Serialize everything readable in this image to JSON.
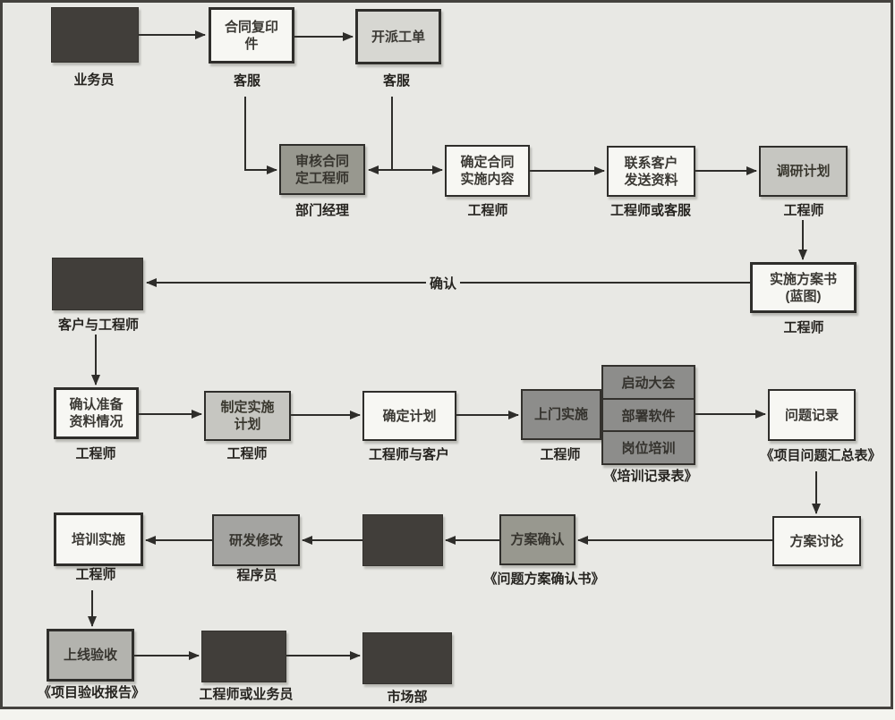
{
  "colors": {
    "background": "#e8e8e4",
    "frame_border": "#44423e",
    "dark_box": "#413e3a",
    "gray_box": "#98988f",
    "light_gray_box": "#c6c6c1",
    "mid_gray_box": "#8d8d8b",
    "white_box": "#f7f7f3",
    "line": "#2e2d2a"
  },
  "nodes": {
    "salesperson": {
      "text": "",
      "role": "业务员"
    },
    "contract_copy": {
      "text": "合同复印\n件",
      "role": "客服"
    },
    "dispatch_order": {
      "text": "开派工单",
      "role": "客服"
    },
    "review_contract": {
      "text": "审核合同\n定工程师",
      "role": "部门经理"
    },
    "define_content": {
      "text": "确定合同\n实施内容",
      "role": "工程师"
    },
    "contact_customer": {
      "text": "联系客户\n发送资料",
      "role": "工程师或客服"
    },
    "research_plan": {
      "text": "调研计划",
      "role": "工程师"
    },
    "customer_engineer": {
      "text": "",
      "role": "客户与工程师"
    },
    "blueprint": {
      "text": "实施方案书\n(蓝图)",
      "role": "工程师"
    },
    "confirm_materials": {
      "text": "确认准备\n资料情况",
      "role": "工程师"
    },
    "implementation_plan": {
      "text": "制定实施\n计划",
      "role": "工程师"
    },
    "finalize_plan": {
      "text": "确定计划",
      "role": "工程师与客户"
    },
    "onsite": {
      "text": "上门实施",
      "role": "工程师"
    },
    "training_stack": {
      "items": [
        "启动大会",
        "部署软件",
        "岗位培训"
      ],
      "doc": "《培训记录表》"
    },
    "issue_record": {
      "text": "问题记录",
      "doc": "《项目问题汇总表》"
    },
    "solution_discussion": {
      "text": "方案讨论"
    },
    "solution_confirmation": {
      "text": "方案确认",
      "doc": "《问题方案确认书》"
    },
    "dark_row5": {
      "text": ""
    },
    "rd_modification": {
      "text": "研发修改",
      "role": "程序员"
    },
    "training_delivery": {
      "text": "培训实施",
      "role": "工程师"
    },
    "go_live_acceptance": {
      "text": "上线验收",
      "doc": "《项目验收报告》"
    },
    "engineer_or_sales": {
      "text": "",
      "role": "工程师或业务员"
    },
    "marketing_dept": {
      "text": "",
      "role": "市场部"
    }
  },
  "edge_labels": {
    "confirm": "确认"
  }
}
